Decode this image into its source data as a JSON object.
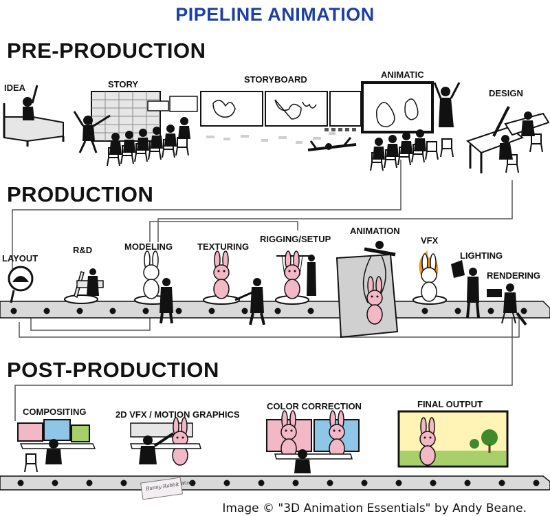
{
  "title": "PIPELINE ANIMATION",
  "sections": {
    "pre_production": "PRE-PRODUCTION",
    "production": "PRODUCTION",
    "post_production": "POST-PRODUCTION"
  },
  "stages": {
    "idea": "IDEA",
    "story": "STORY",
    "storyboard": "STORYBOARD",
    "animatic": "ANIMATIC",
    "design": "DESIGN",
    "layout": "LAYOUT",
    "rnd": "R&D",
    "modeling": "MODELING",
    "texturing": "TEXTURING",
    "rigging": "RIGGING/SETUP",
    "animation": "ANIMATION",
    "vfx": "VFX",
    "lighting": "LIGHTING",
    "rendering": "RENDERING",
    "compositing": "COMPOSITING",
    "vfx2d": "2D VFX / MOTION GRAPHICS",
    "color_correction": "COLOR CORRECTION",
    "final_output": "FINAL OUTPUT"
  },
  "note_text": "Bunny Rabbit Wins",
  "credit": "Image © \"3D Animation Essentials\" by Andy Beane.",
  "colors": {
    "title": "#1b3fa6",
    "belt": "#d9d9d9",
    "bunny_pink": "#f2b8c6",
    "flame": "#f39a1d",
    "screen_blue": "#8fc6e8",
    "grass": "#a7cf6a",
    "sky": "#fff3b5"
  }
}
